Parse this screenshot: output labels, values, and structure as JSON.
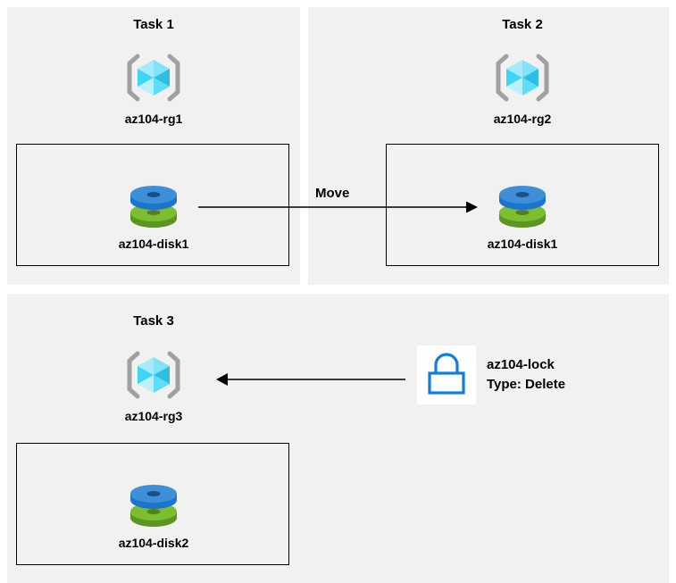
{
  "diagram": {
    "background_color": "#ffffff",
    "panel_color": "#f1f1f1",
    "line_color": "#000000"
  },
  "panels": [
    {
      "id": "task1",
      "title": "Task 1",
      "resource_group": {
        "icon": "resource-group-cube-icon",
        "label": "az104-rg1"
      },
      "resource": {
        "icon": "managed-disk-icon",
        "label": "az104-disk1"
      }
    },
    {
      "id": "task2",
      "title": "Task 2",
      "resource_group": {
        "icon": "resource-group-cube-icon",
        "label": "az104-rg2"
      },
      "resource": {
        "icon": "managed-disk-icon",
        "label": "az104-disk1"
      }
    },
    {
      "id": "task3",
      "title": "Task 3",
      "resource_group": {
        "icon": "resource-group-cube-icon",
        "label": "az104-rg3"
      },
      "resource": {
        "icon": "managed-disk-icon",
        "label": "az104-disk2"
      }
    }
  ],
  "connectors": {
    "move": {
      "label": "Move",
      "direction": "right",
      "from": "az104-disk1 in az104-rg1",
      "to": "az104-disk1 in az104-rg2"
    },
    "lock_apply": {
      "label": "",
      "direction": "left",
      "from": "az104-lock",
      "to": "az104-rg3"
    }
  },
  "lock": {
    "icon": "lock-icon",
    "name": "az104-lock",
    "type_line": "Type: Delete",
    "color": "#0f7fdb"
  },
  "icon_colors": {
    "cube_top_left": "#9fe9fb",
    "cube_top_right": "#7fe0f7",
    "cube_left": "#39d4f5",
    "cube_right": "#27b6d9",
    "cube_bottom_left": "#b5eefc",
    "cube_bottom_right": "#5fdcf7",
    "bracket": "#a0a0a0",
    "disk_blue_top": "#3f8fd8",
    "disk_blue_side": "#1b75cf",
    "disk_blue_hole": "#1c4f86",
    "disk_green_top": "#7bbe2f",
    "disk_green_side": "#5d9424",
    "disk_green_hole": "#537f20"
  }
}
